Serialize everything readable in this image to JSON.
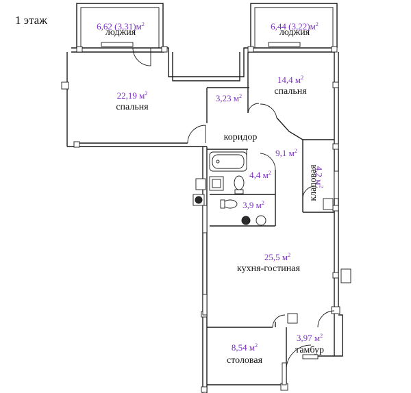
{
  "floor_title": "1 этаж",
  "sup": "2",
  "rooms": {
    "loggia_left": {
      "area": "6,62 (3,31)м",
      "name": "лоджия"
    },
    "loggia_right": {
      "area": "6,44 (3,22)м",
      "name": "лоджия"
    },
    "bedroom_left": {
      "area": "22,19 м",
      "name": "спальня"
    },
    "small_room": {
      "area": "3,23 м"
    },
    "bedroom_right": {
      "area": "14,4 м",
      "name": "спальня"
    },
    "corridor": {
      "area": "9,1 м",
      "name": "коридор"
    },
    "pantry": {
      "area": "4,2 м",
      "name": "кладовая"
    },
    "bathroom": {
      "area": "4,4 м"
    },
    "wc": {
      "area": "3,9 м"
    },
    "kitchen": {
      "area": "25,5 м",
      "name": "кухня-гостиная"
    },
    "dining": {
      "area": "8,54 м",
      "name": "столовая"
    },
    "vestibule": {
      "area": "3,97 м",
      "name": "тамбур"
    }
  }
}
